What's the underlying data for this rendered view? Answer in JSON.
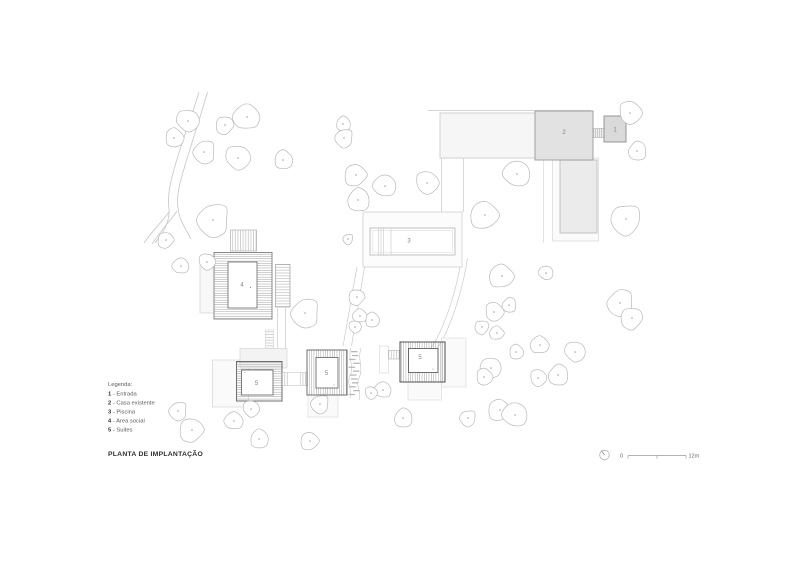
{
  "title_block": {
    "title": "PLANTA DE IMPLANTAÇÃO"
  },
  "legend": {
    "heading": "Legenda:",
    "separator": " - ",
    "items": [
      {
        "num": "1",
        "label": "Entrada"
      },
      {
        "num": "2",
        "label": "Casa existente"
      },
      {
        "num": "3",
        "label": "Piscina"
      },
      {
        "num": "4",
        "label": "Area social"
      },
      {
        "num": "5",
        "label": "Suites"
      }
    ]
  },
  "buildings": {
    "entrada": {
      "label": "1"
    },
    "casa_existente": {
      "label": "2"
    },
    "piscina": {
      "label": "3"
    },
    "area_social": {
      "label": "4"
    },
    "suite_a": {
      "label": "5"
    },
    "suite_b": {
      "label": "5"
    },
    "suite_c": {
      "label": "5"
    }
  },
  "scale_bar": {
    "zero": "0",
    "max": "12m"
  },
  "colors": {
    "tree_line": "#b9b9b9",
    "tree_dot": "#a0a0a0",
    "path_line": "#c9c9c9",
    "building_fill": "#e2e2e2",
    "hatch_line": "#909090",
    "dark_outline": "#5f5f5f"
  },
  "trees": [
    [
      188,
      121,
      11
    ],
    [
      174,
      138,
      9
    ],
    [
      204,
      152,
      11
    ],
    [
      225,
      125,
      9
    ],
    [
      247,
      117,
      13
    ],
    [
      238,
      158,
      12
    ],
    [
      283,
      160,
      9
    ],
    [
      213,
      220,
      16
    ],
    [
      166,
      240,
      8
    ],
    [
      181,
      266,
      8
    ],
    [
      207,
      262,
      8
    ],
    [
      343,
      124,
      7
    ],
    [
      344,
      138,
      9
    ],
    [
      356,
      175,
      11
    ],
    [
      385,
      186,
      11
    ],
    [
      427,
      183,
      11
    ],
    [
      358,
      200,
      11
    ],
    [
      348,
      239,
      5
    ],
    [
      485,
      215,
      14
    ],
    [
      517,
      174,
      13
    ],
    [
      630,
      113,
      11
    ],
    [
      637,
      151,
      9
    ],
    [
      626,
      219,
      15
    ],
    [
      502,
      276,
      12
    ],
    [
      546,
      273,
      7
    ],
    [
      494,
      312,
      9
    ],
    [
      509,
      305,
      7
    ],
    [
      482,
      327,
      7
    ],
    [
      497,
      333,
      7
    ],
    [
      491,
      368,
      10
    ],
    [
      484,
      377,
      8
    ],
    [
      620,
      303,
      13
    ],
    [
      632,
      318,
      11
    ],
    [
      540,
      345,
      9
    ],
    [
      575,
      352,
      10
    ],
    [
      516,
      352,
      7
    ],
    [
      305,
      313,
      14
    ],
    [
      357,
      297,
      8
    ],
    [
      360,
      316,
      7
    ],
    [
      355,
      327,
      6
    ],
    [
      372,
      320,
      7
    ],
    [
      178,
      411,
      9
    ],
    [
      192,
      430,
      12
    ],
    [
      234,
      421,
      9
    ],
    [
      251,
      409,
      8
    ],
    [
      259,
      439,
      9
    ],
    [
      320,
      404,
      9
    ],
    [
      310,
      441,
      9
    ],
    [
      383,
      390,
      8
    ],
    [
      371,
      393,
      6
    ],
    [
      403,
      418,
      9
    ],
    [
      468,
      418,
      8
    ],
    [
      500,
      410,
      11
    ],
    [
      515,
      415,
      12
    ],
    [
      538,
      378,
      8
    ],
    [
      558,
      375,
      10
    ]
  ]
}
